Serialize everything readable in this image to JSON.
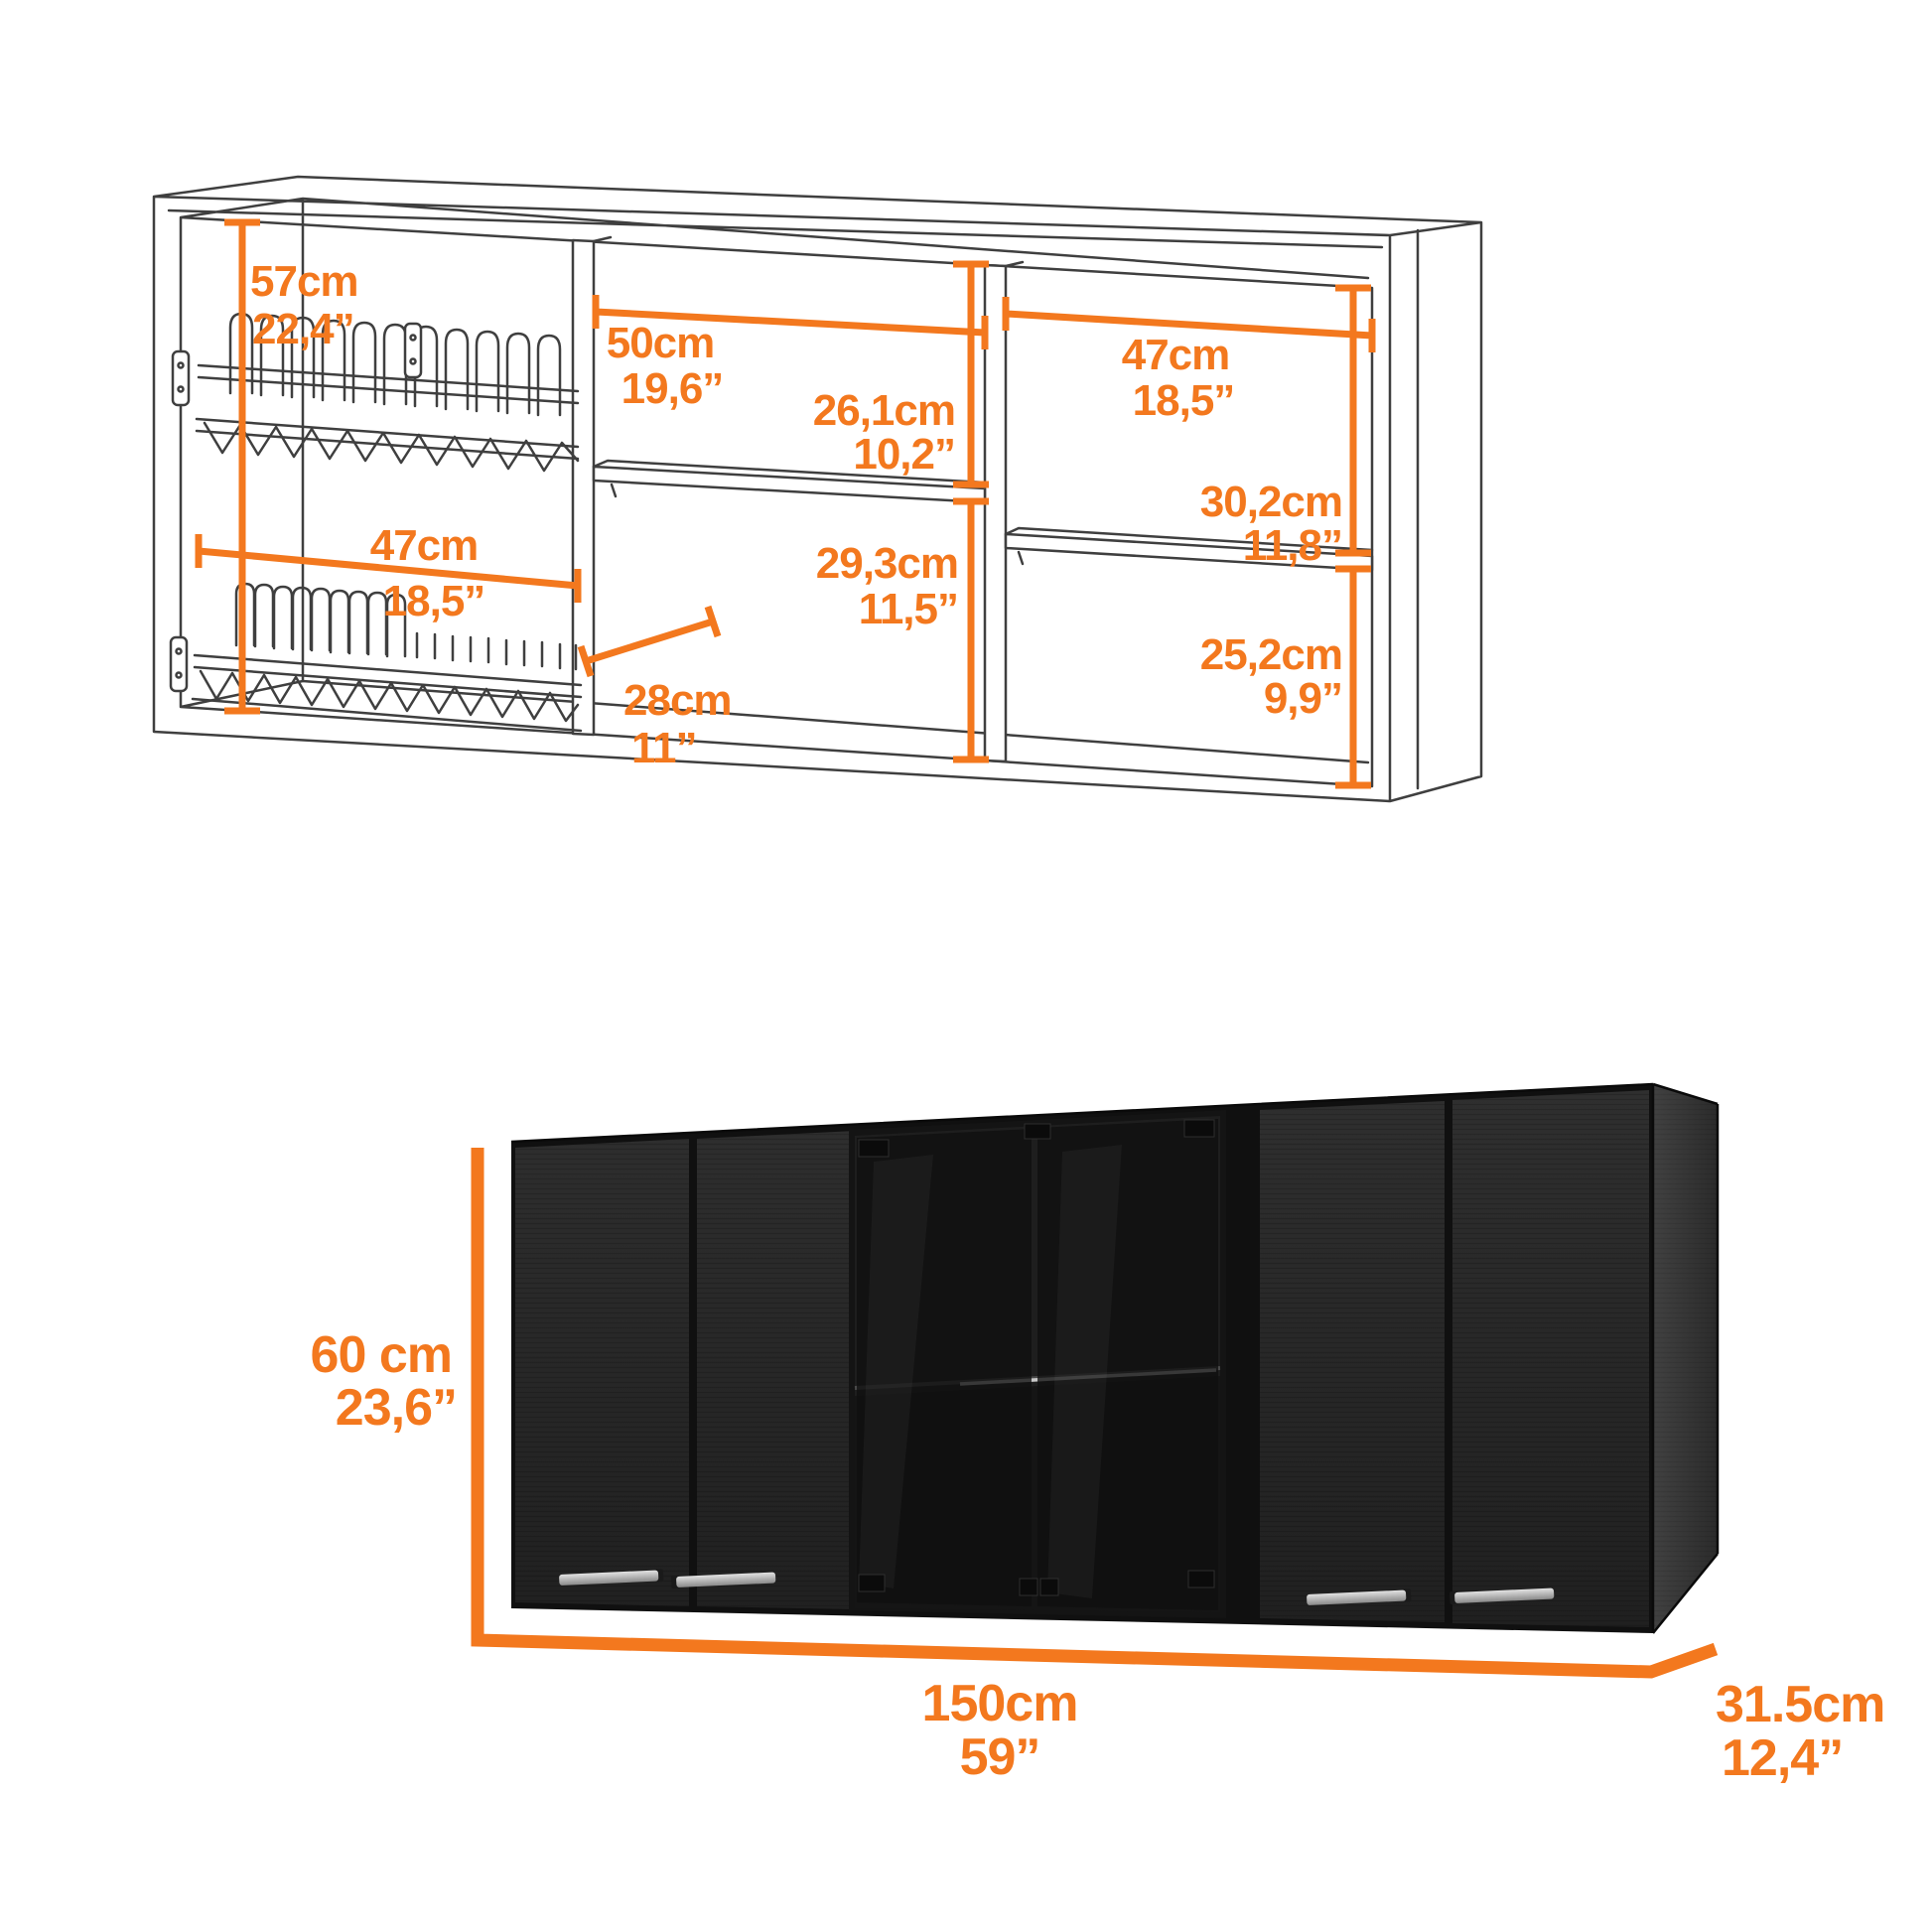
{
  "page": {
    "background": "#FFFFFF"
  },
  "accent_color": "#F3781E",
  "artwork": {
    "line_color": "#3F3F3F",
    "cabinet_color": "#282828",
    "handle_color": "#C9C9C9"
  },
  "top_diagram": {
    "description": "interior-dimension-line-drawing",
    "dimensions": {
      "interior_height": {
        "cm": "57cm",
        "in": "22,4”"
      },
      "left_section_width": {
        "cm": "47cm",
        "in": "18,5”"
      },
      "middle_section_width": {
        "cm": "50cm",
        "in": "19,6”"
      },
      "middle_upper_height": {
        "cm": "26,1cm",
        "in": "10,2”"
      },
      "middle_lower_height": {
        "cm": "29,3cm",
        "in": "11,5”"
      },
      "interior_depth": {
        "cm": "28cm",
        "in": "11”"
      },
      "right_section_width": {
        "cm": "47cm",
        "in": "18,5”"
      },
      "right_upper_height": {
        "cm": "30,2cm",
        "in": "11,8”"
      },
      "right_lower_height": {
        "cm": "25,2cm",
        "in": "9,9”"
      }
    }
  },
  "bottom_render": {
    "description": "black-wall-cabinet-render",
    "dimensions": {
      "height": {
        "cm": "60 cm",
        "in": "23,6”"
      },
      "width": {
        "cm": "150cm",
        "in": "59”"
      },
      "depth": {
        "cm": "31.5cm",
        "in": "12,4”"
      }
    }
  }
}
